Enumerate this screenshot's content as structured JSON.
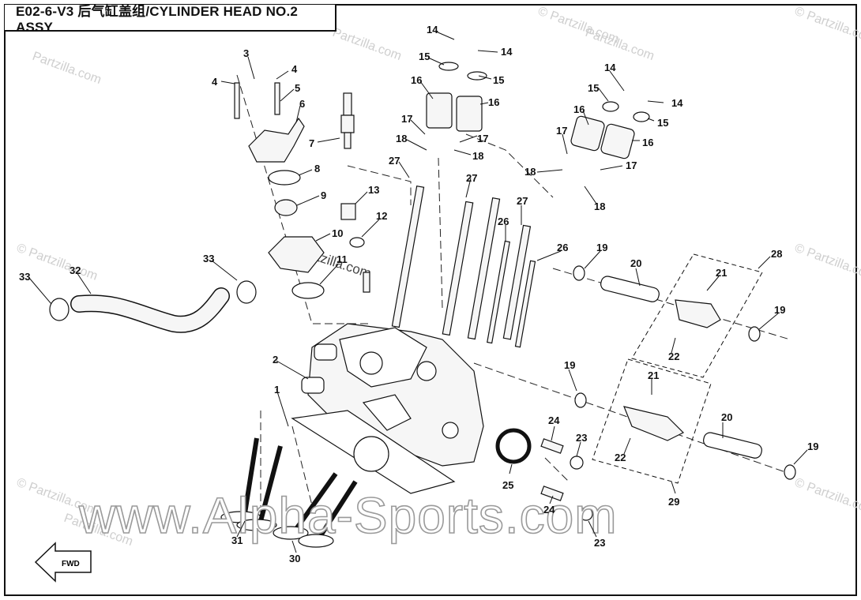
{
  "title": "E02-6-V3 后气缸盖组/CYLINDER HEAD NO.2  ASSY",
  "fwd_label": "FWD",
  "watermark_main": "www.Alpha-Sports.com",
  "watermark_partzilla": "Partzilla.com",
  "watermark_corner": "© Partzilla.com",
  "callouts": {
    "c1": "1",
    "c2": "2",
    "c3": "3",
    "c4a": "4",
    "c4b": "4",
    "c5": "5",
    "c6": "6",
    "c7": "7",
    "c8": "8",
    "c9": "9",
    "c10": "10",
    "c11": "11",
    "c12": "12",
    "c13": "13",
    "c14a": "14",
    "c14b": "14",
    "c14c": "14",
    "c14d": "14",
    "c15a": "15",
    "c15b": "15",
    "c15c": "15",
    "c15d": "15",
    "c16a": "16",
    "c16b": "16",
    "c16c": "16",
    "c16d": "16",
    "c17a": "17",
    "c17b": "17",
    "c17c": "17",
    "c17d": "17",
    "c18a": "18",
    "c18b": "18",
    "c18c": "18",
    "c18d": "18",
    "c19a": "19",
    "c19b": "19",
    "c19c": "19",
    "c19d": "19",
    "c20a": "20",
    "c20b": "20",
    "c21a": "21",
    "c21b": "21",
    "c22a": "22",
    "c22b": "22",
    "c23a": "23",
    "c23b": "23",
    "c24a": "24",
    "c24b": "24",
    "c25": "25",
    "c26a": "26",
    "c26b": "26",
    "c27a": "27",
    "c27b": "27",
    "c27c": "27",
    "c28": "28",
    "c29": "29",
    "c30": "30",
    "c31": "31",
    "c32": "32",
    "c33a": "33",
    "c33b": "33"
  }
}
